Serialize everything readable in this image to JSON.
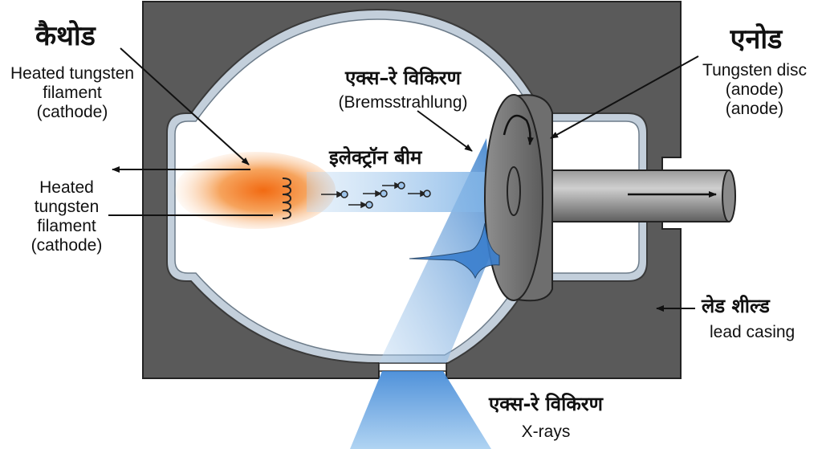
{
  "labels": {
    "cathode_hi": "कैथोड",
    "cathode_en_1": "Heated tungsten",
    "cathode_en_2": "filament",
    "cathode_en_3": "(cathode)",
    "filament_left_1": "Heated",
    "filament_left_2": "tungsten",
    "filament_left_3": "filament",
    "filament_left_4": "(cathode)",
    "xray_top_hi": "एक्स–रे विकिरण",
    "xray_top_en": "(Bremsstrahlung)",
    "electron_beam_hi": "इलेक्ट्रॉन बीम",
    "anode_hi": "एनोड",
    "anode_en_1": "Tungsten disc",
    "anode_en_2": "(anode)",
    "anode_en_3": "(anode)",
    "lead_hi": "लेड शील्ड",
    "lead_en": "lead casing",
    "xray_bottom_hi": "एक्स-रे विकिरण",
    "xray_bottom_en": "X-rays"
  },
  "colors": {
    "casing": "#5a5a5a",
    "glass": "#b8c6d3",
    "beam": "#7fb3e6",
    "filament_glow": "#f07a1a",
    "anode": "#7a7a7a"
  }
}
